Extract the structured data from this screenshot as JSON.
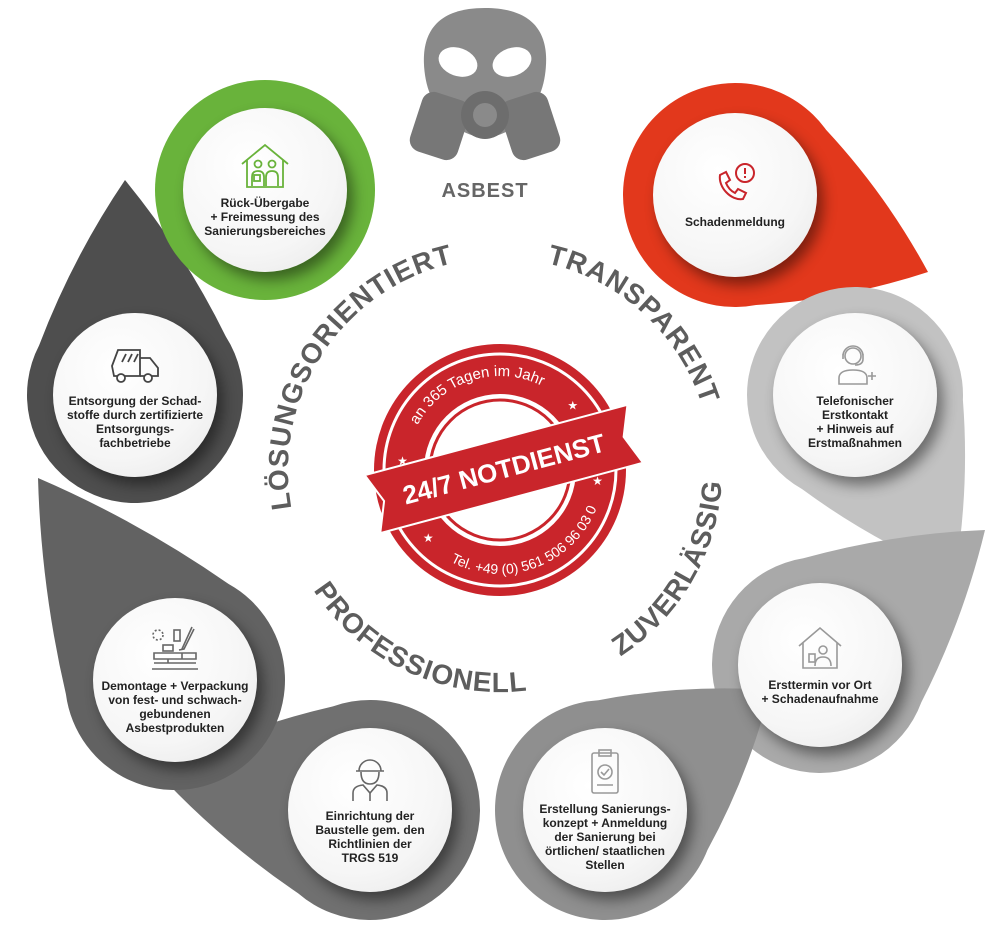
{
  "title": "ASBEST",
  "colors": {
    "green": "#69b33b",
    "red": "#e2381c",
    "gray1": "#c2c2c2",
    "gray2": "#a9a9a9",
    "gray3": "#8f8f8f",
    "gray4": "#707070",
    "gray5": "#626262",
    "gray6": "#4e4e4e",
    "stamp": "#c9252b"
  },
  "values": [
    "LÖSUNGSORIENTIERT",
    "TRANSPARENT",
    "ZUVERLÄSSIG",
    "PROFESSIONELL"
  ],
  "stamp": {
    "top": "an 365 Tagen im Jahr",
    "banner": "24/7 NOTDIENST",
    "bottom": "Tel. +49 (0) 561 506 96 03 0"
  },
  "steps": [
    {
      "icon": "phone-alert-icon",
      "label": "Schadenmeldung"
    },
    {
      "icon": "headset-operator-icon",
      "label": "Telefonischer\nErstkontakt\n+ Hinweis auf\nErstmaßnahmen"
    },
    {
      "icon": "house-inspection-icon",
      "label": "Ersttermin vor Ort\n+ Schadenaufnahme"
    },
    {
      "icon": "clipboard-check-icon",
      "label": "Erstellung Sanierungs-\nkonzept + Anmeldung\nder Sanierung bei\nörtlichen/ staatlichen\nStellen"
    },
    {
      "icon": "worker-helmet-icon",
      "label": "Einrichtung der\nBaustelle gem. den\nRichtlinien der\nTRGS 519"
    },
    {
      "icon": "demolition-icon",
      "label": "Demontage + Verpackung\nvon fest- und schwach-\ngebundenen\nAsbestprodukten"
    },
    {
      "icon": "truck-icon",
      "label": "Entsorgung der Schad-\nstoffe durch zertifizierte\nEntsorgungs-\nfachbetriebe"
    },
    {
      "icon": "house-people-icon",
      "label": "Rück-Übergabe\n+ Freimessung des\nSanierungsbereiches"
    }
  ]
}
